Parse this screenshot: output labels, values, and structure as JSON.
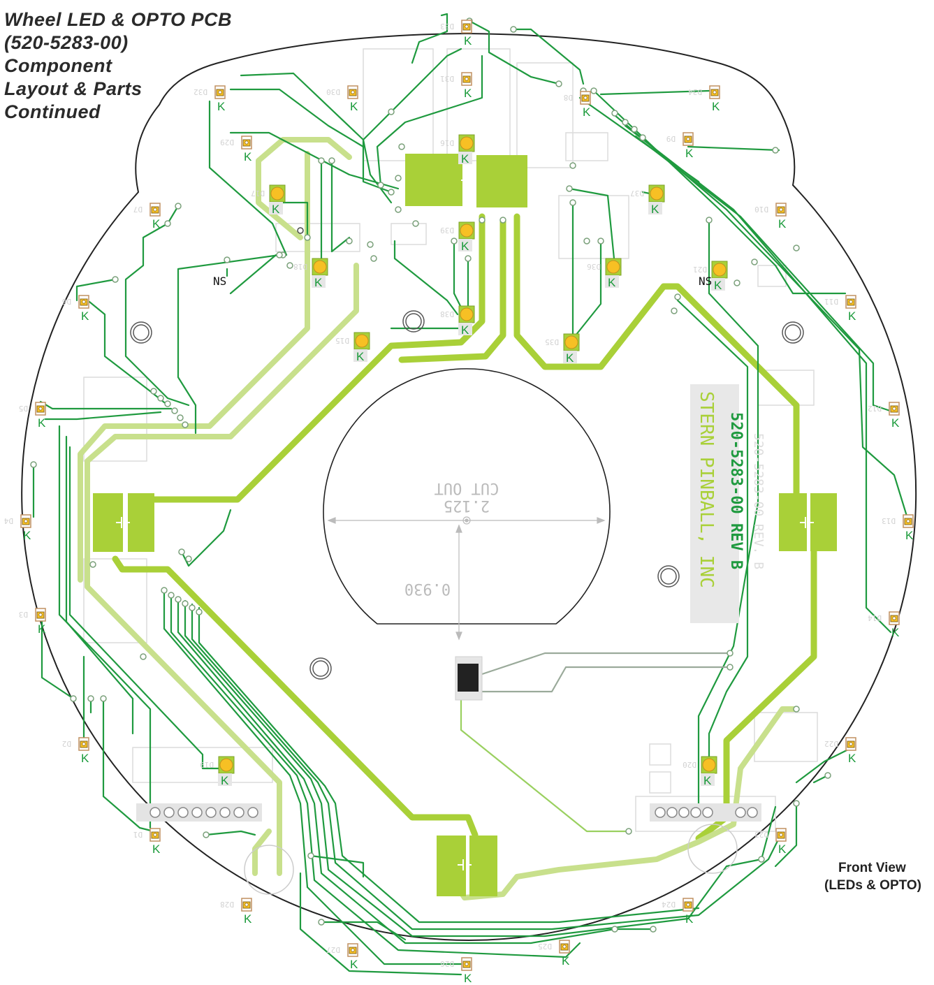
{
  "caption": {
    "lines": [
      "Wheel LED & OPTO PCB",
      "(520-5283-00)",
      "Component",
      "Layout & Parts",
      "Continued"
    ]
  },
  "view_label": {
    "line1": "Front View",
    "line2": "(LEDs & OPTO)"
  },
  "board": {
    "part_number": "520-5283-00   REV  B",
    "maker": "STERN PINBALL, INC",
    "cutout_label": "CUT OUT",
    "cutout_width": "2.125",
    "cutout_depth": "0.930",
    "ns_label": "NS",
    "cathode_mark": "K"
  },
  "colors": {
    "trace_dark": "#1f9a3f",
    "trace_bright": "#a9d038",
    "trace_pale": "#c8e08c",
    "pad_gold": "#f7c024",
    "outline": "#222222",
    "silkscreen": "#d8d8d8"
  },
  "leds": [
    {
      "ref": "D33",
      "kind": "small"
    },
    {
      "ref": "D31",
      "kind": "small"
    },
    {
      "ref": "D30",
      "kind": "small"
    },
    {
      "ref": "D32",
      "kind": "small"
    },
    {
      "ref": "D29",
      "kind": "small"
    },
    {
      "ref": "D34",
      "kind": "small"
    },
    {
      "ref": "D9",
      "kind": "small"
    },
    {
      "ref": "D8",
      "kind": "small"
    },
    {
      "ref": "D10",
      "kind": "small"
    },
    {
      "ref": "D7",
      "kind": "small"
    },
    {
      "ref": "D6",
      "kind": "small"
    },
    {
      "ref": "D11",
      "kind": "small"
    },
    {
      "ref": "D5",
      "kind": "small"
    },
    {
      "ref": "D12",
      "kind": "small"
    },
    {
      "ref": "D4",
      "kind": "small"
    },
    {
      "ref": "D13",
      "kind": "small"
    },
    {
      "ref": "D3",
      "kind": "small"
    },
    {
      "ref": "D14",
      "kind": "small"
    },
    {
      "ref": "D2",
      "kind": "small"
    },
    {
      "ref": "D22",
      "kind": "small"
    },
    {
      "ref": "D1",
      "kind": "small"
    },
    {
      "ref": "D23",
      "kind": "small"
    },
    {
      "ref": "D28",
      "kind": "small"
    },
    {
      "ref": "D24",
      "kind": "small"
    },
    {
      "ref": "D27",
      "kind": "small"
    },
    {
      "ref": "D25",
      "kind": "small"
    },
    {
      "ref": "D26",
      "kind": "small"
    },
    {
      "ref": "D16",
      "kind": "round"
    },
    {
      "ref": "D17",
      "kind": "round"
    },
    {
      "ref": "D37",
      "kind": "round"
    },
    {
      "ref": "D39",
      "kind": "round"
    },
    {
      "ref": "D36",
      "kind": "round"
    },
    {
      "ref": "D38",
      "kind": "round"
    },
    {
      "ref": "D15",
      "kind": "round"
    },
    {
      "ref": "D35",
      "kind": "round"
    },
    {
      "ref": "D20",
      "kind": "round"
    },
    {
      "ref": "D19",
      "kind": "round"
    },
    {
      "ref": "D18",
      "kind": "round"
    },
    {
      "ref": "D21",
      "kind": "round"
    }
  ]
}
